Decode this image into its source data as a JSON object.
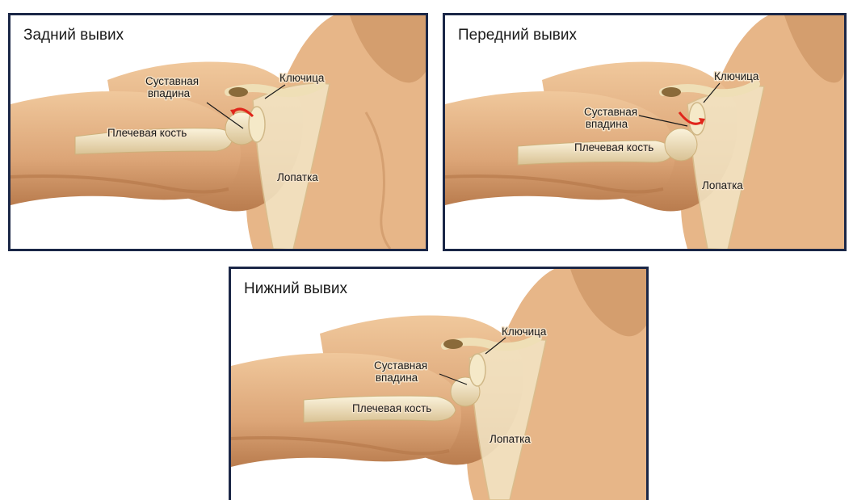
{
  "panels": [
    {
      "title": "Задний вывих",
      "labels": {
        "glenoid_line1": "Суставная",
        "glenoid_line2": "впадина",
        "clavicle": "Ключица",
        "humerus": "Плечевая кость",
        "scapula": "Лопатка"
      }
    },
    {
      "title": "Передний вывих",
      "labels": {
        "glenoid_line1": "Суставная",
        "glenoid_line2": "впадина",
        "clavicle": "Ключица",
        "humerus": "Плечевая кость",
        "scapula": "Лопатка"
      }
    },
    {
      "title": "Нижний вывих",
      "labels": {
        "glenoid_line1": "Суставная",
        "glenoid_line2": "впадина",
        "clavicle": "Ключица",
        "humerus": "Плечевая кость",
        "scapula": "Лопатка"
      }
    }
  ],
  "colors": {
    "frame": "#1b2747",
    "skin": "#e8b98a",
    "skin_shadow": "#c88a5a",
    "bone": "#f3e6c4",
    "scapula": "#f6ecd0",
    "arrow": "#e0261b"
  }
}
